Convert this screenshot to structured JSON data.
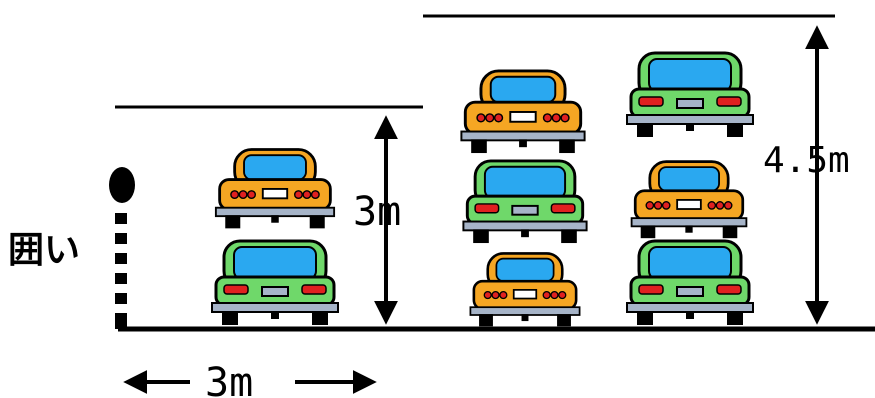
{
  "labels": {
    "fence": "囲い",
    "width": "3m",
    "height_low": "3m",
    "height_high": "4.5m"
  },
  "colors": {
    "orange_body": "#f5a623",
    "green_body": "#6fd86a",
    "glass": "#2aa8f0",
    "bumper": "#a6b4c8",
    "taillight": "#e02020",
    "outline": "#000000"
  },
  "stacks": [
    {
      "name": "stack-3m",
      "cars": [
        "green",
        "orange"
      ]
    },
    {
      "name": "stack-45m-left",
      "cars": [
        "orange",
        "green",
        "orange"
      ]
    },
    {
      "name": "stack-45m-right",
      "cars": [
        "green",
        "orange",
        "green"
      ]
    }
  ]
}
